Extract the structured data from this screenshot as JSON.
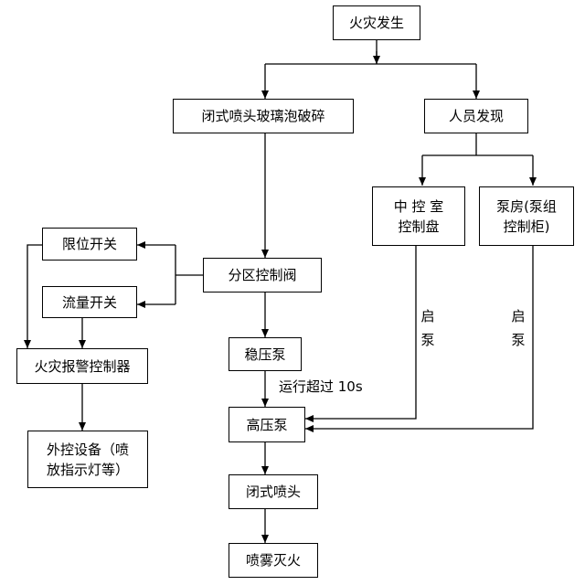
{
  "nodes": {
    "fire": "火灾发生",
    "bulb": "闭式喷头玻璃泡破碎",
    "person": "人员发现",
    "control_room": [
      "中 控 室",
      "控制盘"
    ],
    "pump_room": [
      "泵房(泵组",
      "控制柜)"
    ],
    "limit_switch": "限位开关",
    "zone_valve": "分区控制阀",
    "flow_switch": "流量开关",
    "stabilizer_pump": "稳压泵",
    "alarm_controller": "火灾报警控制器",
    "high_pressure_pump": "高压泵",
    "external_device": [
      "外控设备（喷",
      "放指示灯等）"
    ],
    "closed_nozzle": "闭式喷头",
    "extinguish": "喷雾灭火"
  },
  "labels": {
    "run_over": "运行超过 10s",
    "start_left": [
      "启",
      "泵"
    ],
    "start_right": [
      "启",
      "泵"
    ]
  },
  "colors": {
    "line": "#000000",
    "background": "#ffffff"
  }
}
